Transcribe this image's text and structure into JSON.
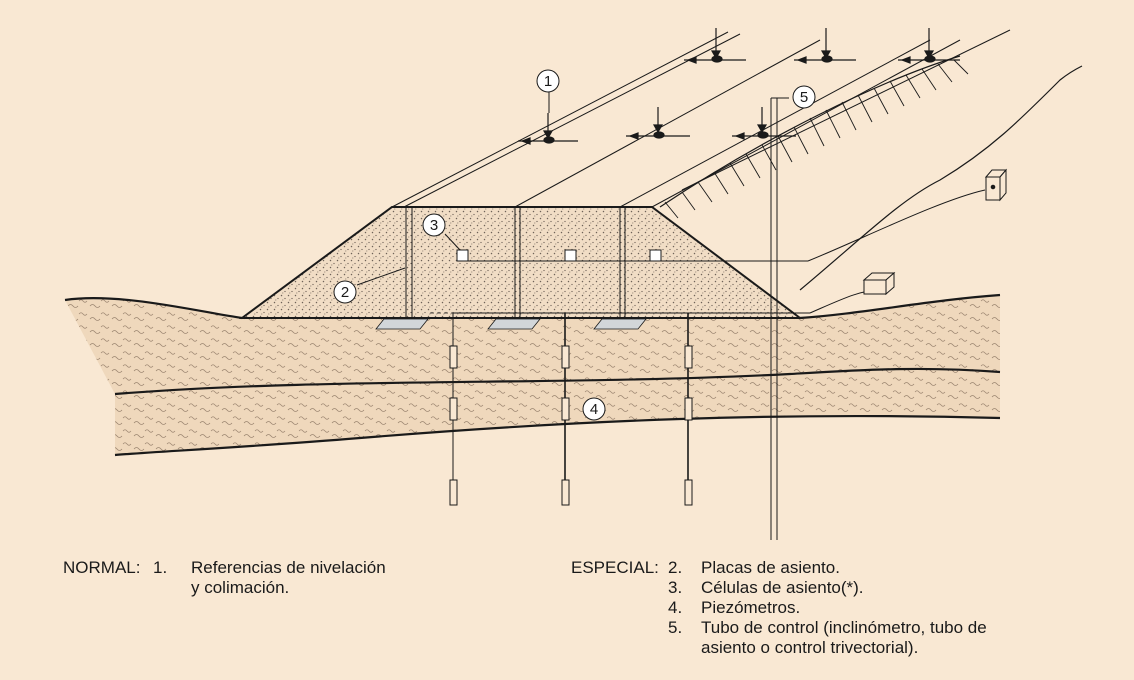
{
  "diagram": {
    "callouts": [
      "1",
      "2",
      "3",
      "4",
      "5"
    ]
  },
  "legend": {
    "normal": {
      "label": "NORMAL:",
      "items": [
        {
          "num": "1.",
          "lines": [
            "Referencias de nivelación",
            "y colimación."
          ]
        }
      ]
    },
    "especial": {
      "label": "ESPECIAL:",
      "items": [
        {
          "num": "2.",
          "lines": [
            "Placas de asiento."
          ]
        },
        {
          "num": "3.",
          "lines": [
            "Células de asiento(*)."
          ]
        },
        {
          "num": "4.",
          "lines": [
            "Piezómetros."
          ]
        },
        {
          "num": "5.",
          "lines": [
            "Tubo de control (inclinómetro, tubo de",
            "asiento o control trivectorial)."
          ]
        }
      ]
    }
  },
  "colors": {
    "background": "#f9e8d3",
    "soil": "#efd8bc",
    "fill_body": "#f1ddc5",
    "line": "#1a1a1a",
    "plate": "#d2d6d9"
  }
}
